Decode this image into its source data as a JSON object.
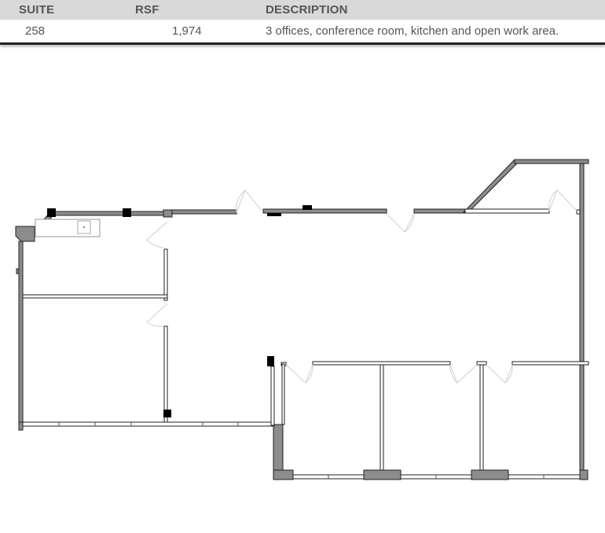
{
  "table": {
    "headers": {
      "suite": "SUITE",
      "rsf": "RSF",
      "description": "DESCRIPTION"
    },
    "rows": [
      {
        "suite": "258",
        "rsf": "1,974",
        "description": "3 offices, conference room, kitchen and open work area."
      }
    ],
    "header_bg": "#d9d9d9",
    "text_color": "#555555"
  },
  "floor_plan": {
    "rooms": [
      "kitchen",
      "conference-room",
      "open-work-area",
      "office-1",
      "office-2",
      "office-3"
    ],
    "wall_fill": "#8c8c8c",
    "wall_stroke": "#222222",
    "column_fill": "#000000"
  }
}
